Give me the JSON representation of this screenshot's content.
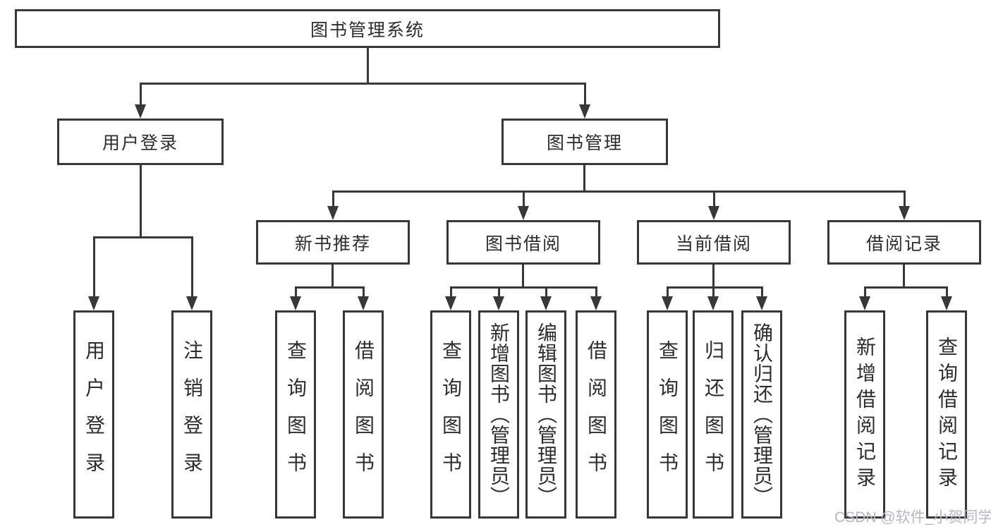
{
  "diagram": {
    "root": {
      "label": "图书管理系统"
    },
    "level2": [
      {
        "label": "用户登录"
      },
      {
        "label": "图书管理"
      }
    ],
    "level3": [
      {
        "label": "新书推荐"
      },
      {
        "label": "图书借阅"
      },
      {
        "label": "当前借阅"
      },
      {
        "label": "借阅记录"
      }
    ],
    "leaves": {
      "login": [
        {
          "label": "用户登录"
        },
        {
          "label": "注销登录"
        }
      ],
      "newbook": [
        {
          "label": "查询图书"
        },
        {
          "label": "借阅图书"
        }
      ],
      "borrow": [
        {
          "label": "查询图书"
        },
        {
          "label": "新增图书（管理员）"
        },
        {
          "label": "编辑图书（管理员）"
        },
        {
          "label": "借阅图书"
        }
      ],
      "current": [
        {
          "label": "查询图书"
        },
        {
          "label": "归还图书"
        },
        {
          "label": "确认归还（管理员）"
        }
      ],
      "records": [
        {
          "label": "新增借阅记录"
        },
        {
          "label": "查询借阅记录"
        }
      ]
    },
    "watermark": "CSDN @软件_小贺同学",
    "colors": {
      "line": "#383838",
      "text": "#2d2d2d",
      "watermark": "#b4b8c3",
      "background": "#ffffff"
    }
  }
}
